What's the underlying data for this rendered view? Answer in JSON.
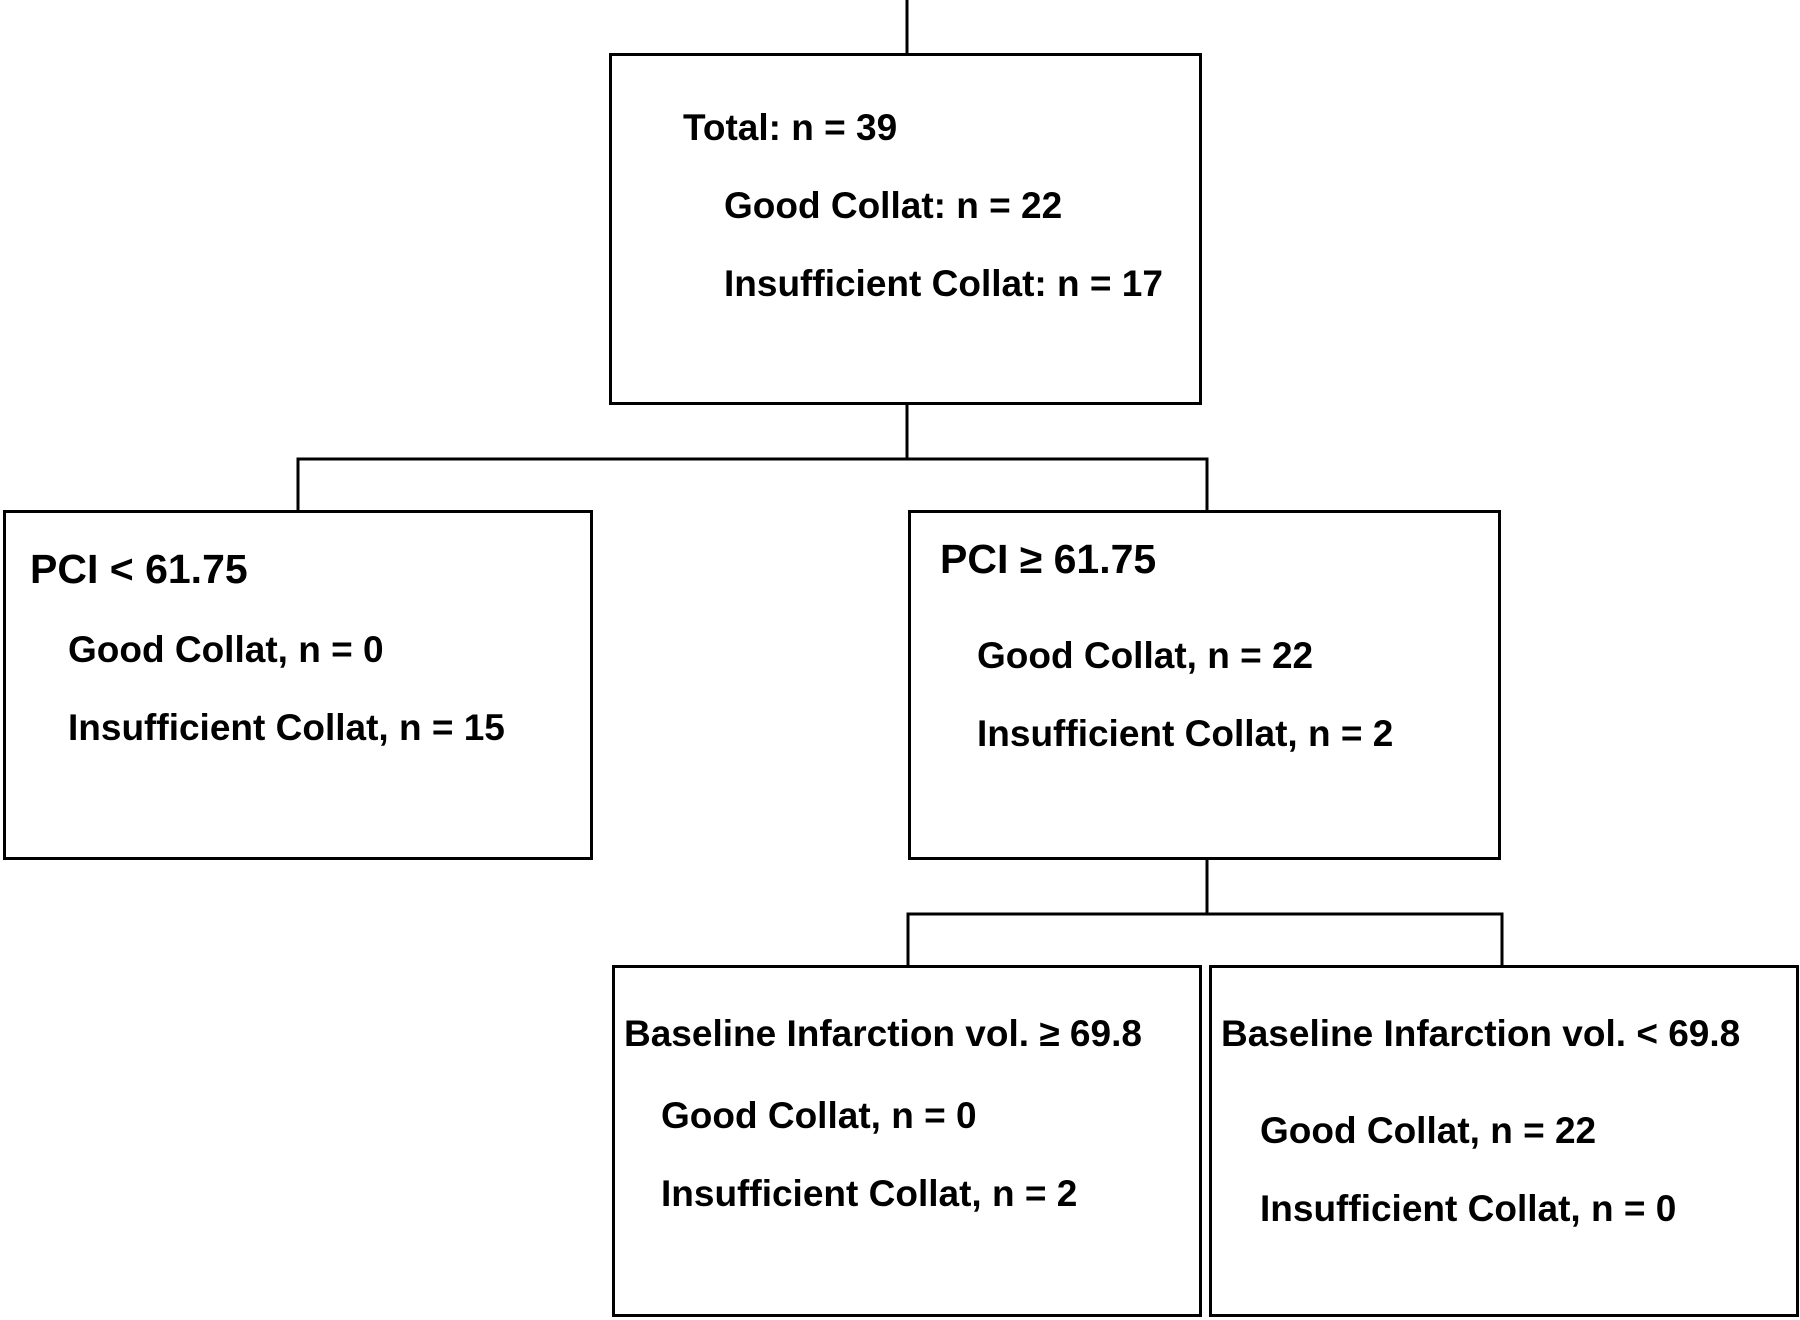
{
  "root": {
    "total": "Total: n = 39",
    "good": "Good Collat: n = 22",
    "insufficient": "Insufficient Collat: n = 17"
  },
  "left_split": {
    "condition": "PCI < 61.75",
    "good": "Good Collat, n = 0",
    "insufficient": "Insufficient Collat, n = 15"
  },
  "right_split": {
    "condition": "PCI ≥ 61.75",
    "good": "Good Collat, n = 22",
    "insufficient": "Insufficient Collat, n = 2"
  },
  "bottom_left": {
    "condition": "Baseline Infarction vol. ≥ 69.8",
    "good": "Good Collat, n = 0",
    "insufficient": "Insufficient Collat, n = 2"
  },
  "bottom_right": {
    "condition": "Baseline Infarction vol. < 69.8",
    "good": "Good Collat, n = 22",
    "insufficient": "Insufficient Collat, n = 0"
  }
}
